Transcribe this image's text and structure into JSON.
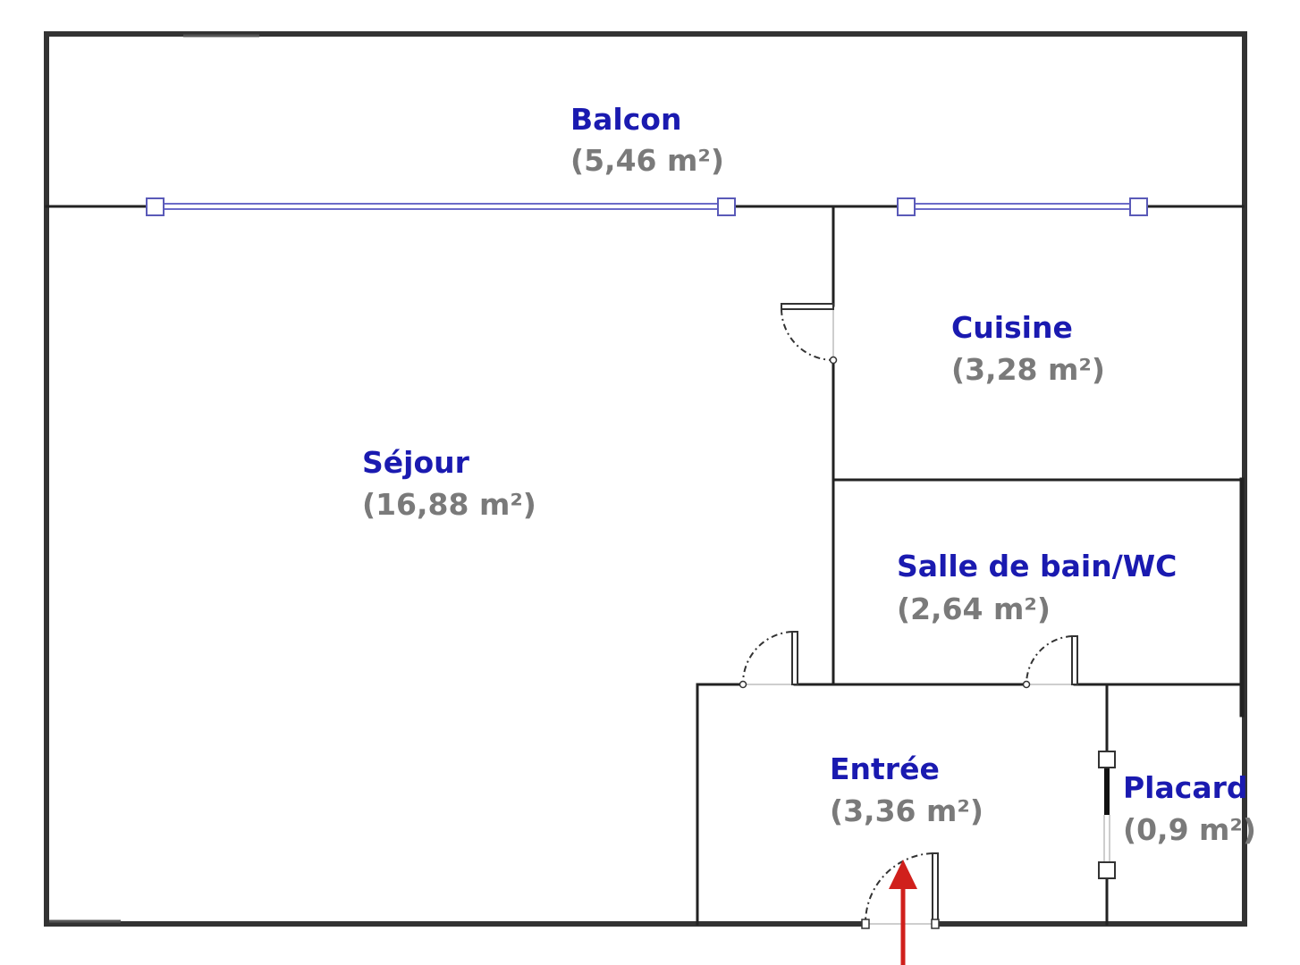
{
  "plan": {
    "rooms": [
      {
        "id": "balcon",
        "name": "Balcon",
        "area": "(5,46 m²)"
      },
      {
        "id": "sejour",
        "name": "Séjour",
        "area": "(16,88 m²)"
      },
      {
        "id": "cuisine",
        "name": "Cuisine",
        "area": "(3,28 m²)"
      },
      {
        "id": "sdb",
        "name": "Salle de bain/WC",
        "area": "(2,64 m²)"
      },
      {
        "id": "entree",
        "name": "Entrée",
        "area": "(3,36 m²)"
      },
      {
        "id": "placard",
        "name": "Placard",
        "area": "(0,9 m²)"
      }
    ],
    "colors": {
      "room_name": "#1a1ab0",
      "room_area": "#7a7a7a",
      "wall": "#222222",
      "window": "#6b6bc8",
      "entrance_arrow": "#d0201c"
    },
    "icons": {
      "entrance": "entrance-arrow-icon"
    }
  }
}
